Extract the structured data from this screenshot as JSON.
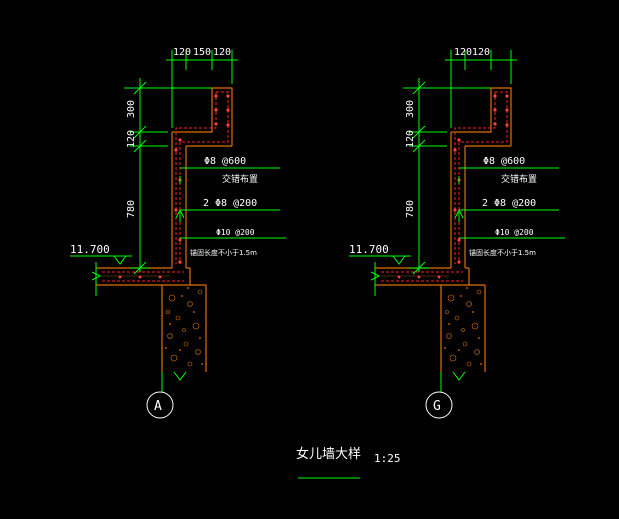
{
  "drawing": {
    "title": "女儿墙大样",
    "scale": "1:25"
  },
  "details": [
    {
      "axis_label": "A",
      "dim_top": [
        "120",
        "150",
        "120"
      ],
      "dim_side": [
        "300",
        "120",
        "780"
      ],
      "elevation": "11.700",
      "rebar_1": "Φ8 @600",
      "rebar_1_note": "交错布置",
      "rebar_2": "2 Φ8 @200",
      "rebar_3": "Φ10 @200",
      "rebar_3_note": "锚固长度不小于1.5m"
    },
    {
      "axis_label": "G",
      "dim_top": [
        "120",
        "120"
      ],
      "dim_side": [
        "300",
        "120",
        "780"
      ],
      "elevation": "11.700",
      "rebar_1": "Φ8 @600",
      "rebar_1_note": "交错布置",
      "rebar_2": "2 Φ8 @200",
      "rebar_3": "Φ10 @200",
      "rebar_3_note": "锚固长度不小于1.5m"
    }
  ],
  "colors": {
    "background": "#000000",
    "dimension": "#00ff00",
    "concrete": "#e07000",
    "rebar": "#ff2020",
    "text": "#ffffff",
    "axis_circle": "#ffffff"
  }
}
